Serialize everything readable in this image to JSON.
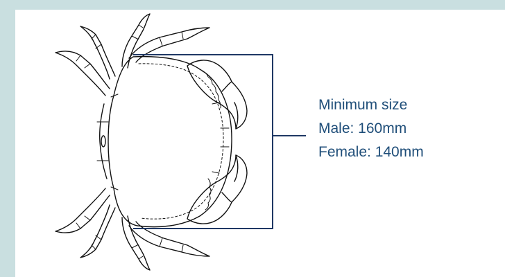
{
  "colors": {
    "frame_background": "#c9dfe0",
    "panel_background": "#ffffff",
    "measure_line": "#1f3864",
    "caption_text": "#1f4e79",
    "drawing_ink": "#111111"
  },
  "illustration": {
    "subject": "crab-top-view-line-drawing"
  },
  "caption": {
    "heading": "Minimum size",
    "male": "Male: 160mm",
    "female": "Female: 140mm"
  }
}
